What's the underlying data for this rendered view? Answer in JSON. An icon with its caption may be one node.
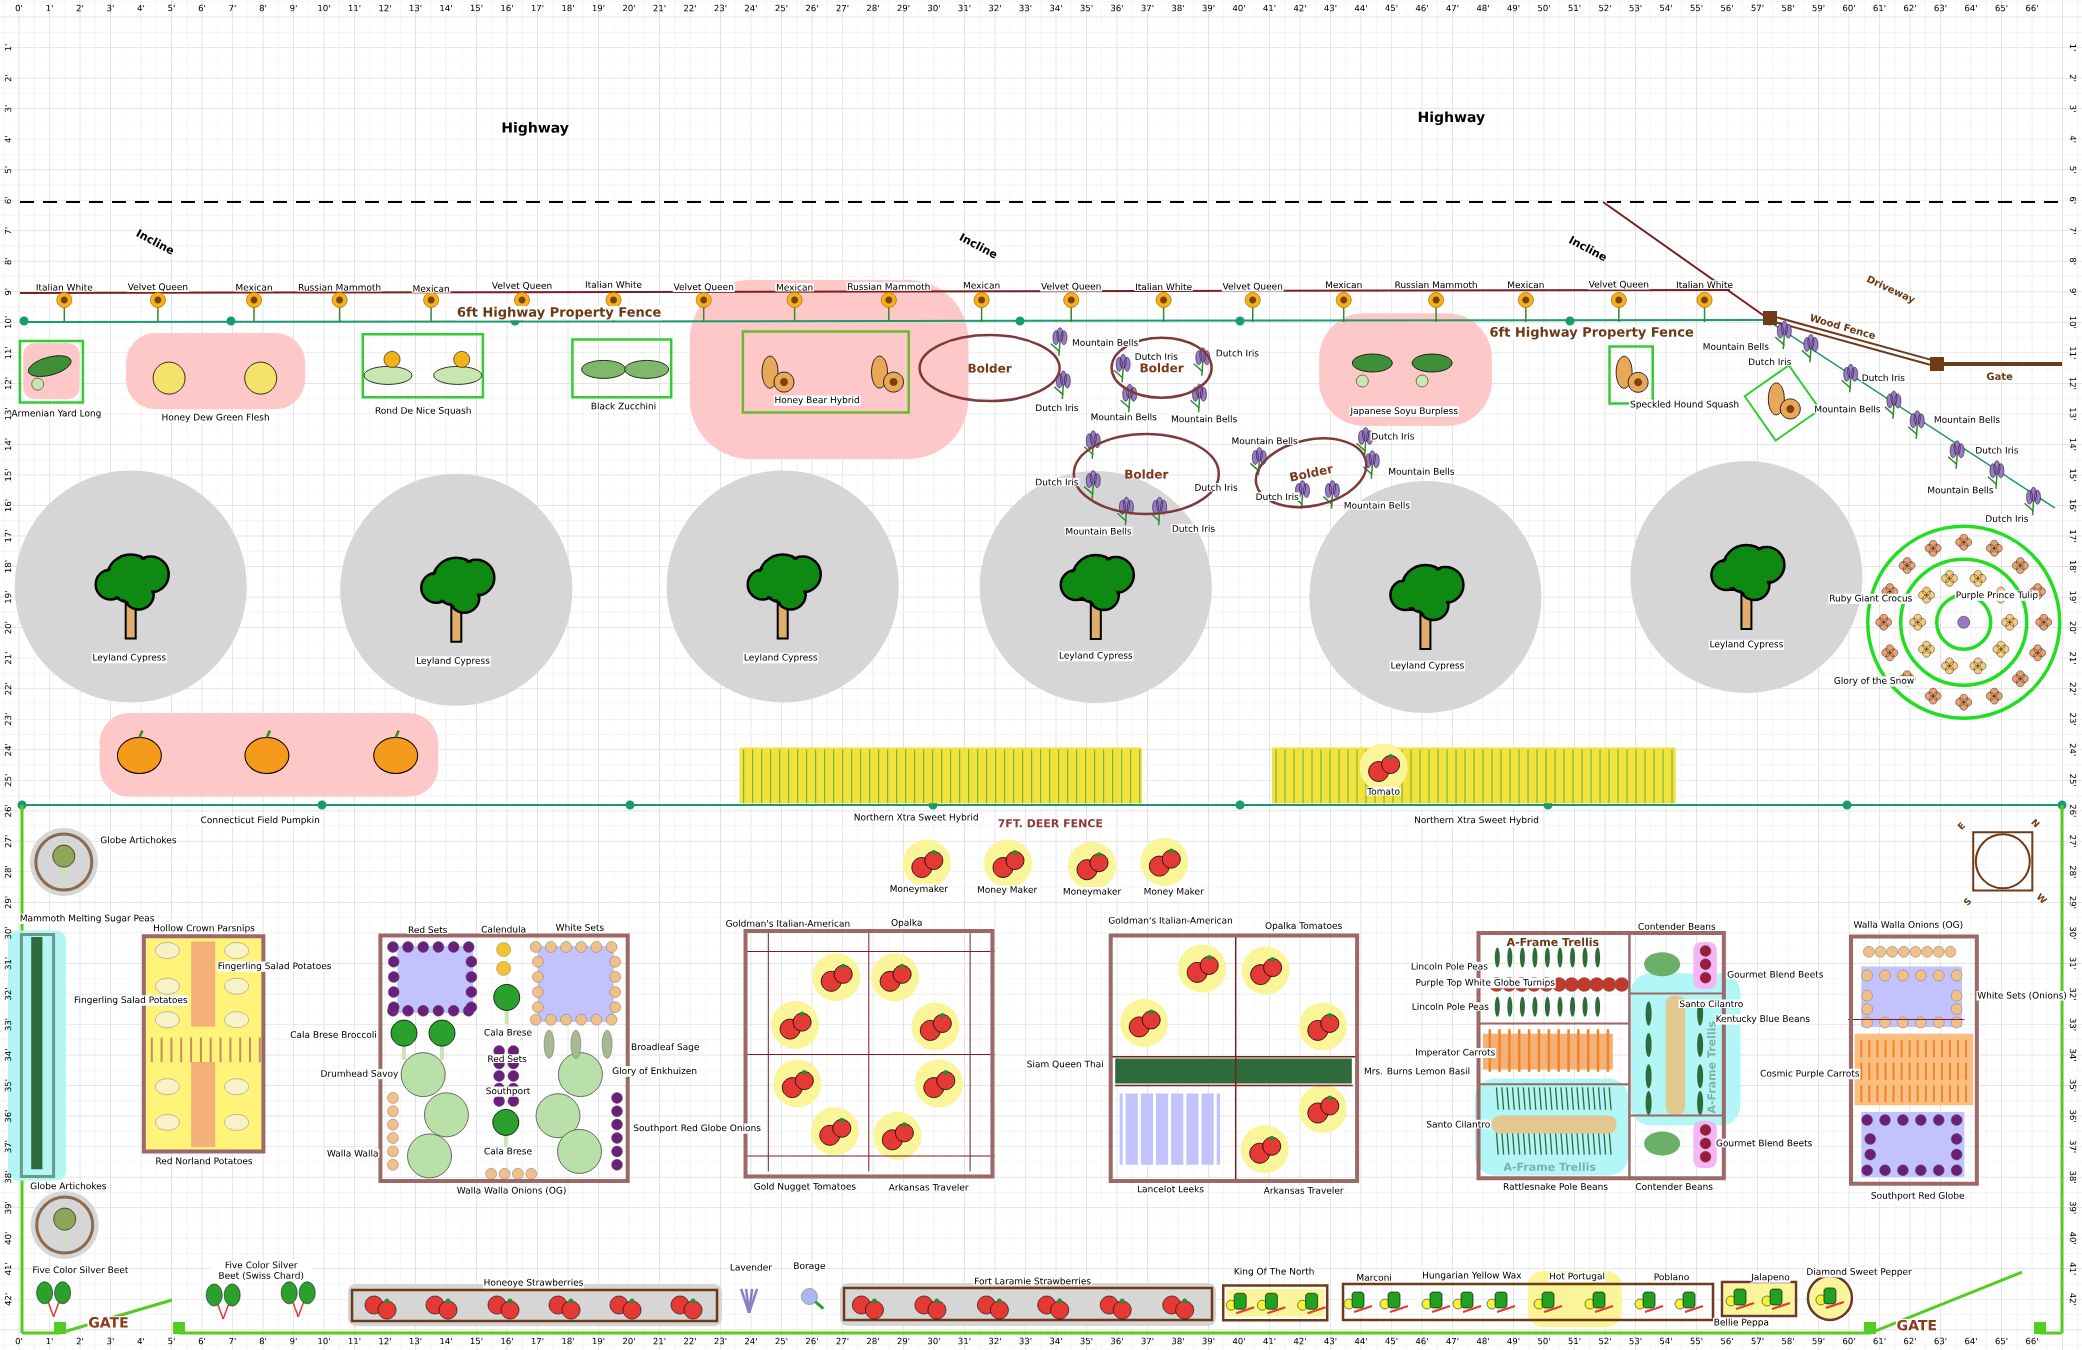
{
  "diagram": {
    "nodes": [
      {
        "text": [
          "Bolder"
        ]
      },
      {
        "text": [
          "Bolder"
        ]
      },
      {
        "text": [
          "Bolder"
        ]
      },
      {
        "text": [
          "Bolder"
        ]
      }
    ],
    "labels": [
      "0'",
      "1'",
      "2'",
      "3'",
      "4'",
      "5'",
      "6'",
      "7'",
      "8'",
      "9'",
      "10'",
      "11'",
      "12'",
      "13'",
      "14'",
      "15'",
      "16'",
      "17'",
      "18'",
      "19'",
      "20'",
      "21'",
      "22'",
      "23'",
      "24'",
      "25'",
      "26'",
      "27'",
      "28'",
      "29'",
      "30'",
      "31'",
      "32'",
      "33'",
      "34'",
      "35'",
      "36'",
      "37'",
      "38'",
      "39'",
      "40'",
      "41'",
      "42'",
      "43'",
      "44'",
      "45'",
      "46'",
      "47'",
      "48'",
      "49'",
      "50'",
      "51'",
      "52'",
      "53'",
      "54'",
      "55'",
      "56'",
      "57'",
      "58'",
      "59'",
      "60'",
      "61'",
      "62'",
      "63'",
      "64'",
      "65'",
      "66'",
      "Highway",
      "Highway",
      "Incline",
      "Incline",
      "Incline",
      "Italian White",
      "Velvet Queen",
      "Mexican",
      "Russian Mammoth",
      "Mexican",
      "Velvet Queen",
      "Italian White",
      "Velvet Queen",
      "Mexican",
      "Russian Mammoth",
      "Mexican",
      "Velvet Queen",
      "Italian White",
      "Velvet Queen",
      "Mexican",
      "Russian Mammoth",
      "Mexican",
      "Velvet Queen",
      "Italian White",
      "Driveway",
      "6ft Highway Property Fence",
      "6ft Highway Property  Fence",
      "Wood Fence",
      "Gate",
      "Armenian Yard Long",
      "Honey Dew Green Flesh",
      "Rond De Nice Squash",
      "Black Zucchini",
      "Honey Bear Hybrid",
      "Mountain Bells",
      "Dutch Iris",
      "Dutch Iris",
      "Japanese Soyu Burpless",
      "Speckled Hound Squash",
      "Mountain Bells",
      "Dutch Iris",
      "Dutch Iris",
      "Dutch Iris",
      "Mountain Bells",
      "Mountain Bells",
      "Mountain Bells",
      "Mountain Bells",
      "Mountain Bells",
      "Dutch Iris",
      "Dutch Iris",
      "Mountain Bells",
      "Dutch Iris",
      "Dutch Iris",
      "Mountain Bells",
      "Dutch Iris",
      "Mountain Bells",
      "Dutch Iris",
      "Mountain Bells",
      "Dutch Iris",
      "Leyland Cypress",
      "Leyland Cypress",
      "Leyland Cypress",
      "Leyland Cypress",
      "Leyland Cypress",
      "Leyland Cypress",
      "Ruby Giant Crocus",
      "Purple Prince Tulip",
      "Glory of the Snow",
      "Tomato",
      "Connecticut Field Pumpkin",
      "Northern Xtra Sweet Hybrid",
      "7FT. DEER FENCE",
      "Northern Xtra Sweet Hybrid",
      "E",
      "N",
      "Globe Artichokes",
      "Moneymaker",
      "Money Maker",
      "Moneymaker",
      "Money Maker",
      "S",
      "W",
      "Mammoth Melting Sugar Peas",
      "Hollow Crown Parsnips",
      "Red Sets",
      "Calendula",
      "White Sets",
      "Goldman's Italian-American",
      "Opalka",
      "Goldman's Italian-American",
      "Opalka Tomatoes",
      "Contender Beans",
      "Walla Walla Onions (OG)",
      "A-Frame Trellis",
      "Fingerling Salad Potatoes",
      "Lincoln Pole Peas",
      "Gourmet Blend Beets",
      "Purple Top White Globe Turnips",
      "Fingerling Salad Potatoes",
      "Lincoln Pole Peas",
      "Santo Cilantro",
      "White Sets (Onions)",
      "Kentucky Blue Beans",
      "Cala Brese Broccoli",
      "Cala Brese",
      "Broadleaf Sage",
      "Red Sets",
      "Imperator Carrots",
      "Drumhead Savoy",
      "Glory of Enkhuizen",
      "Siam Queen Thai",
      "Mrs. Burns Lemon Basil",
      "A-Frame Trellis",
      "Cosmic Purple Carrots",
      "Southport",
      "Southport Red Globe Onions",
      "Santo Cilantro",
      "Gourmet Blend Beets",
      "Walla Walla",
      "Cala Brese",
      "A-Frame Trellis",
      "Globe Artichokes",
      "Red Norland Potatoes",
      "Walla Walla Onions (OG)",
      "Gold Nugget Tomatoes",
      "Arkansas Traveler",
      "Lancelot Leeks",
      "Arkansas Traveler",
      "Rattlesnake Pole Beans",
      "Contender Beans",
      "Southport Red Globe",
      "Five Color Silver Beet",
      "Five Color Silver Beet (Swiss Chard)",
      "Honeoye Strawberries",
      "Lavender",
      "Borage",
      "Fort Laramie Strawberries",
      "King Of The North",
      "Marconi",
      "Hungarian Yellow Wax",
      "Hot Portugal",
      "Poblano",
      "Jalapeno",
      "Diamond Sweet Pepper",
      "GATE",
      "Bellie Peppa",
      "GATE",
      "1'",
      "2'",
      "3'",
      "4'",
      "5'",
      "6'",
      "7'",
      "8'",
      "9'",
      "10'",
      "11'",
      "12'",
      "13'",
      "14'",
      "15'",
      "16'",
      "17'",
      "18'",
      "19'",
      "20'",
      "21'",
      "22'",
      "23'",
      "24'",
      "25'",
      "26'",
      "27'",
      "28'",
      "29'",
      "30'",
      "31'",
      "32'",
      "33'",
      "34'",
      "35'",
      "36'",
      "37'",
      "38'",
      "39'",
      "40'",
      "41'",
      "42'",
      "1'",
      "2'",
      "3'",
      "4'",
      "5'",
      "6'",
      "7'",
      "8'",
      "9'",
      "10'",
      "11'",
      "12'",
      "13'",
      "14'",
      "15'",
      "16'",
      "17'",
      "18'",
      "19'",
      "20'",
      "21'",
      "22'",
      "23'",
      "24'",
      "25'",
      "26'",
      "27'",
      "28'",
      "29'",
      "30'",
      "31'",
      "32'",
      "33'",
      "34'",
      "35'",
      "36'",
      "37'",
      "38'",
      "39'",
      "40'",
      "41'",
      "42'",
      "0'",
      "1'",
      "2'",
      "3'",
      "4'",
      "5'",
      "6'",
      "7'",
      "8'",
      "9'",
      "10'",
      "11'",
      "12'",
      "13'",
      "14'",
      "15'",
      "16'",
      "17'",
      "18'",
      "19'",
      "20'",
      "21'",
      "22'",
      "23'",
      "24'",
      "25'",
      "26'",
      "27'",
      "28'",
      "29'",
      "30'",
      "31'",
      "32'",
      "33'",
      "34'",
      "35'",
      "36'",
      "37'",
      "38'",
      "39'",
      "40'",
      "41'",
      "42'",
      "43'",
      "44'",
      "45'",
      "46'",
      "47'",
      "48'",
      "49'",
      "50'",
      "51'",
      "52'",
      "53'",
      "54'",
      "55'",
      "56'",
      "57'",
      "58'",
      "59'",
      "60'",
      "61'",
      "62'",
      "63'",
      "64'",
      "65'",
      "66'"
    ]
  }
}
